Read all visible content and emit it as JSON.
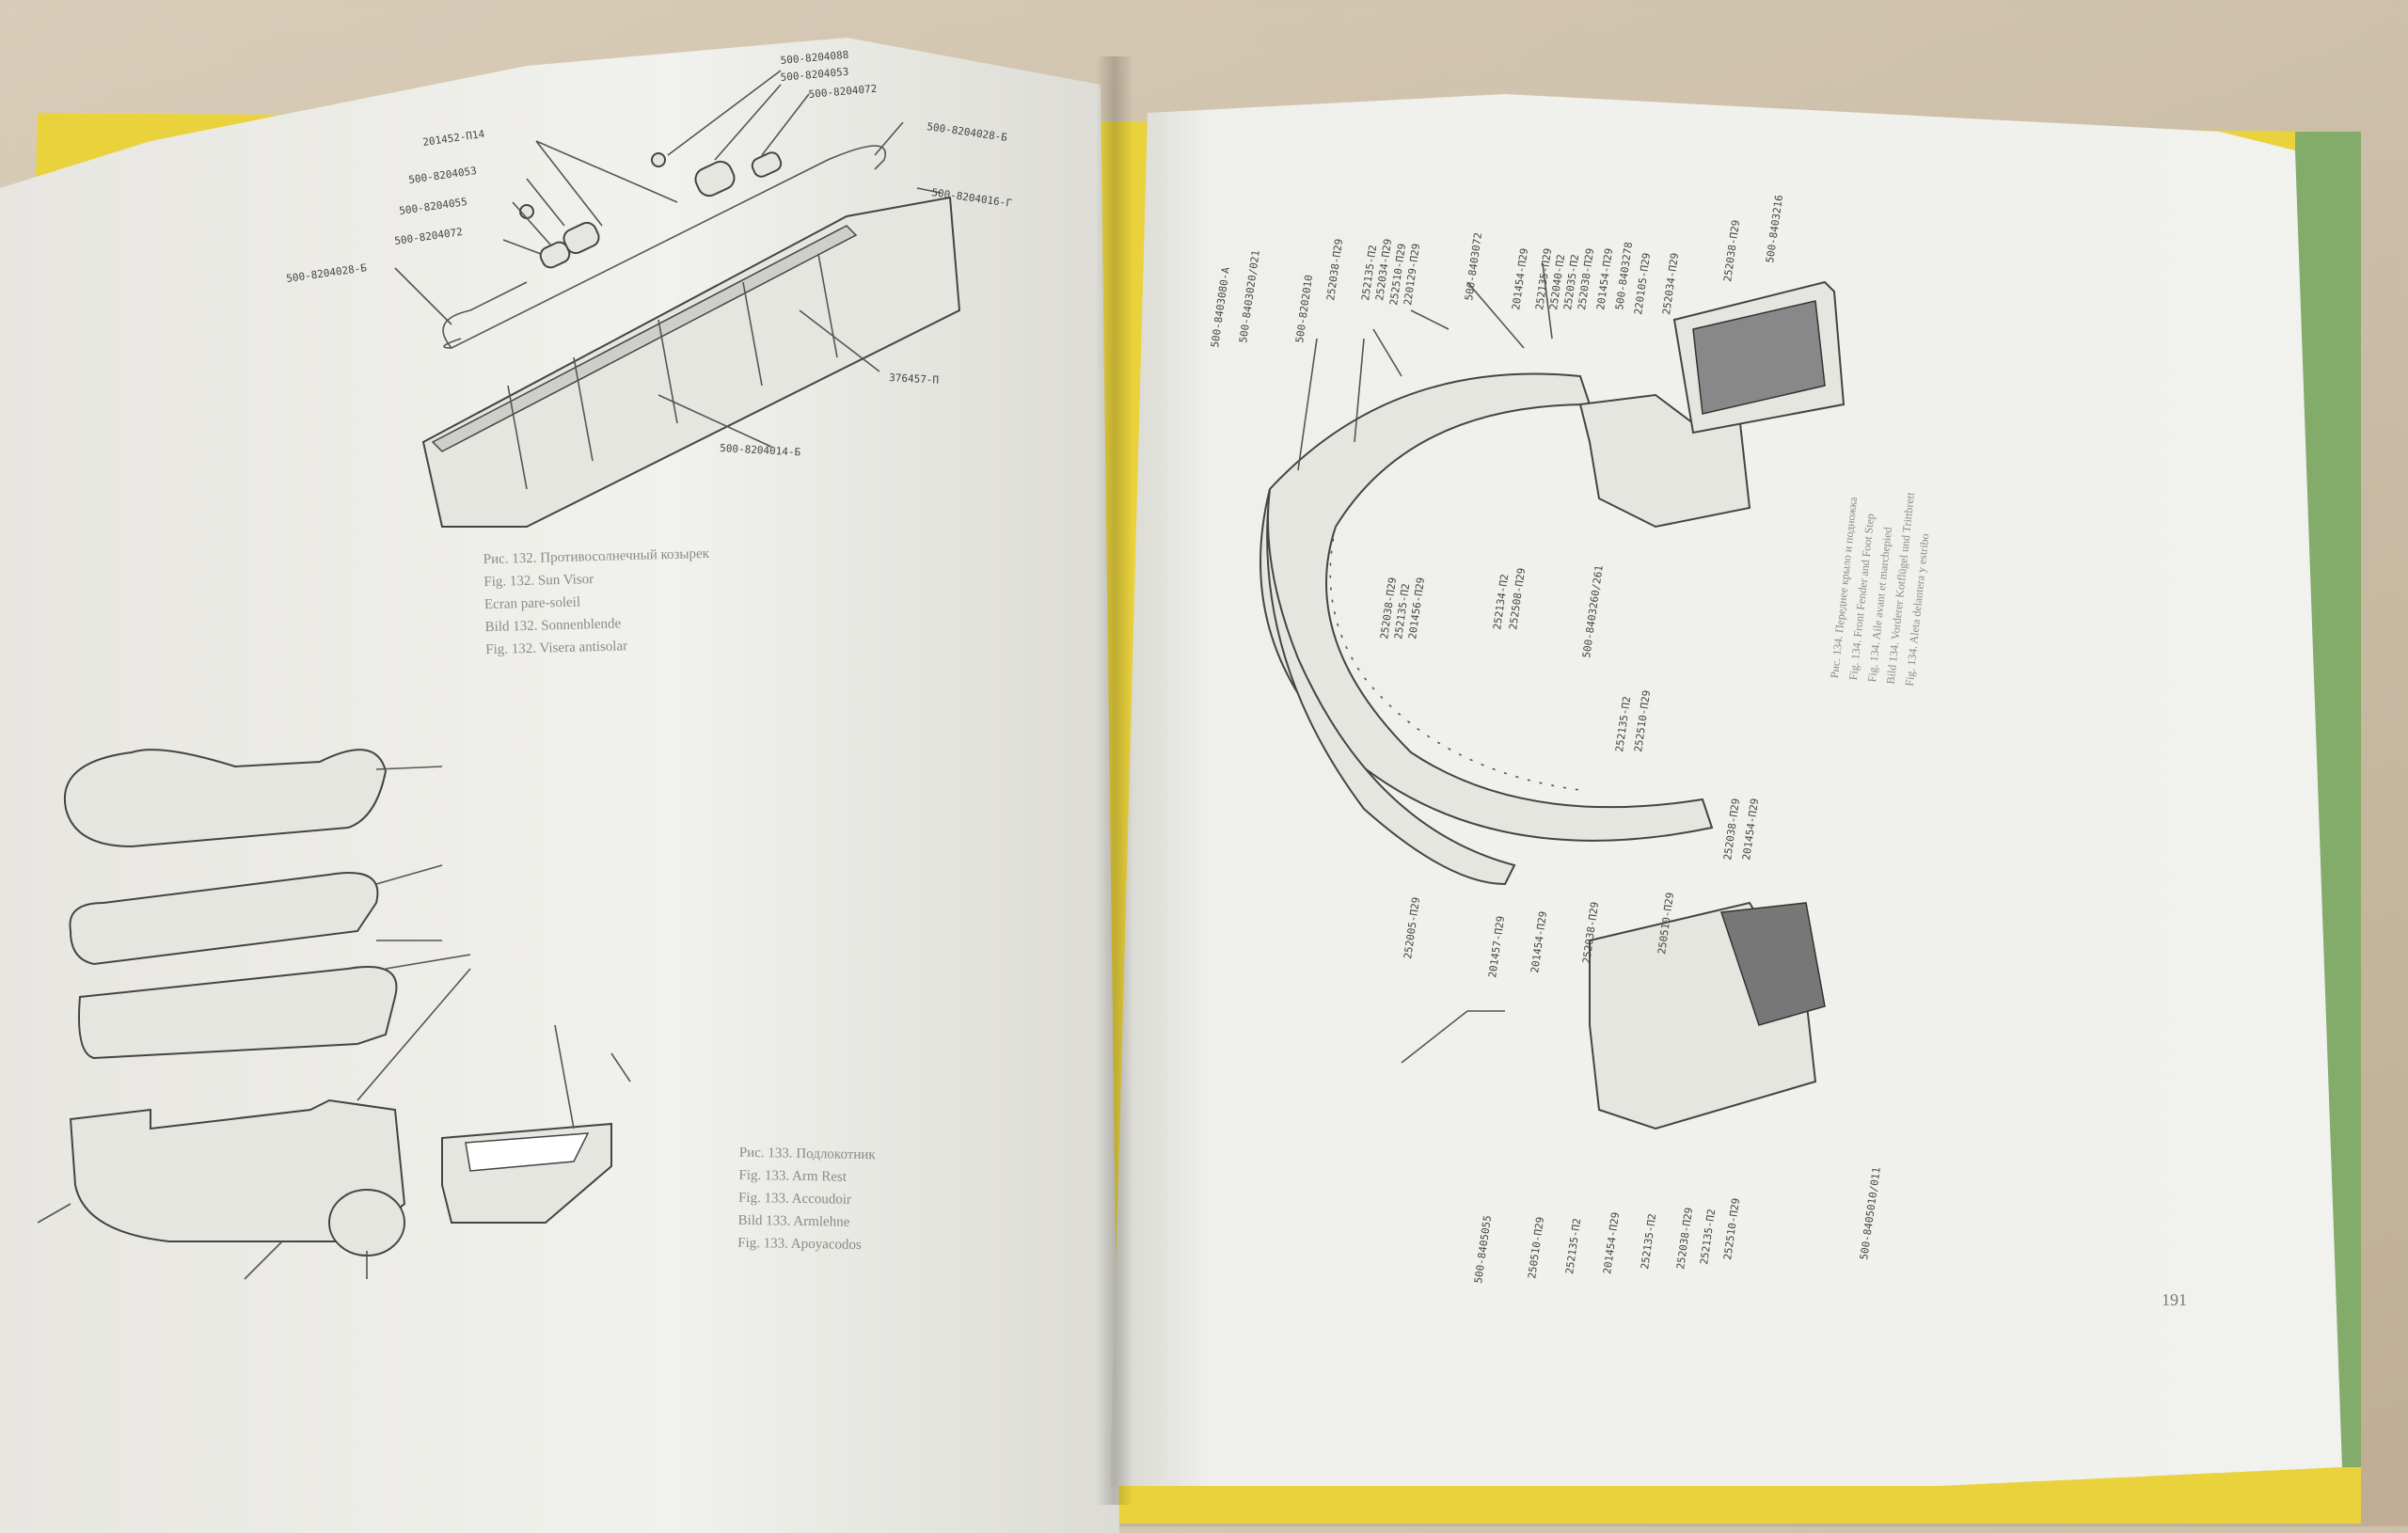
{
  "left_page": {
    "fig132": {
      "part_numbers": [
        "500-8204088",
        "500-8204053",
        "500-8204072",
        "500-8204028-Б",
        "201452-П14",
        "500-8204053",
        "500-8204055",
        "500-8204072",
        "500-8204028-Б",
        "500-8204016-Г",
        "376457-П",
        "500-8204014-Б"
      ],
      "caption": [
        "Рис. 132. Противосолнечный козырек",
        "Fig. 132. Sun Visor",
        "Ecran pare-soleil",
        "Bild 132. Sonnenblende",
        "Fig. 132. Visera antisolar"
      ]
    },
    "fig133": {
      "caption": [
        "Рис. 133. Подлокотник",
        "Fig. 133. Arm Rest",
        "Fig. 133. Accoudoir",
        "Bild 133. Armlehne",
        "Fig. 133. Apoyacodos"
      ]
    }
  },
  "right_page": {
    "fig134": {
      "part_numbers": [
        "500-8403080-А",
        "500-8403020/021",
        "500-8202010",
        "252038-П29",
        "252135-П2",
        "252034-П29",
        "252510-П29",
        "220129-П29",
        "500-8403072",
        "201454-П29",
        "252135-П29",
        "252040-П2",
        "252035-П2",
        "252038-П29",
        "201454-П29",
        "500-8403278",
        "220105-П29",
        "252034-П29",
        "252038-П29",
        "500-8403216",
        "252038-П29",
        "252135-П2",
        "201456-П29",
        "252134-П2",
        "252508-П29",
        "500-8403260/261",
        "252135-П2",
        "252510-П29",
        "252038-П29",
        "201454-П29",
        "252005-П29",
        "201457-П29",
        "201454-П29",
        "252038-П29",
        "250510-П29",
        "500-8405055",
        "250510-П29",
        "252135-П2",
        "201454-П29",
        "252135-П2",
        "252038-П29",
        "252135-П2",
        "252510-П29",
        "500-8405010/011"
      ],
      "caption": [
        "Рис. 134. Переднее крыло и подножка",
        "Fig. 134. Front Fender and Foot Step",
        "Fig. 134. Aile avant et marchepied",
        "Bild 134. Vorderer Kotflügel und Trittbrett",
        "Fig. 134. Aleta delantera y estribo"
      ]
    },
    "page_number": "191"
  }
}
